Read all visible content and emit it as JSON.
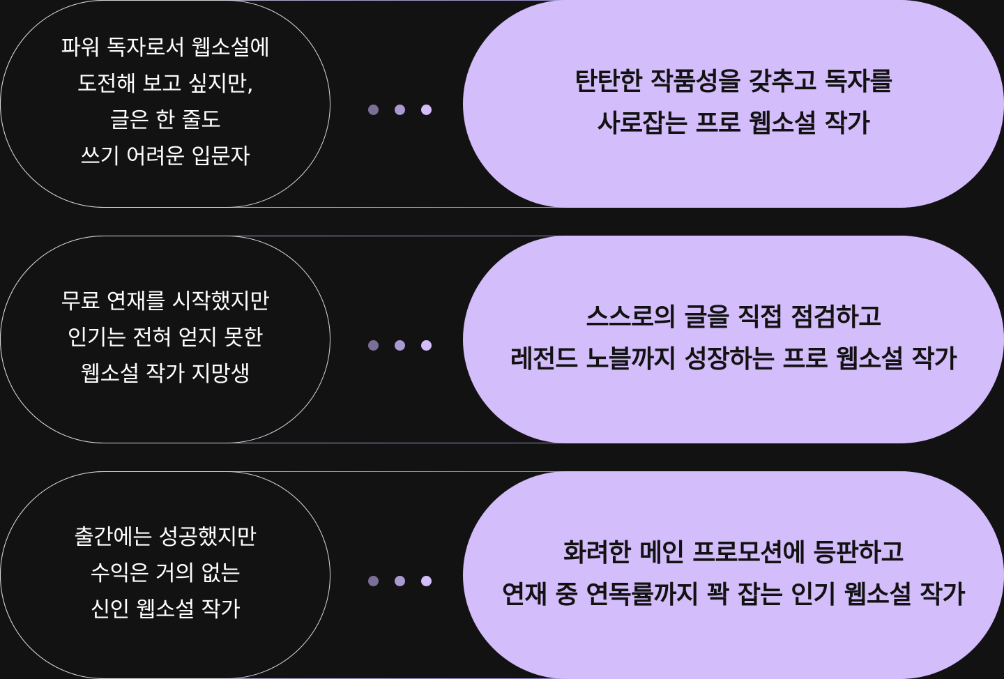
{
  "colors": {
    "background": "#131213",
    "accent": "#d3bdfa",
    "dot_dim": "#7b6f98",
    "dot_mid": "#ab9ad2",
    "dot_bright": "#d3bdfa"
  },
  "rows": [
    {
      "from": "파워 독자로서 웹소설에\n도전해 보고 싶지만,\n글은 한 줄도\n쓰기 어려운 입문자",
      "to": "탄탄한 작품성을 갖추고 독자를\n사로잡는 프로 웹소설 작가"
    },
    {
      "from": "무료 연재를 시작했지만\n인기는 전혀 얻지 못한\n웹소설 작가 지망생",
      "to": "스스로의 글을 직접 점검하고\n레전드 노블까지 성장하는 프로 웹소설 작가"
    },
    {
      "from": "출간에는 성공했지만\n수익은 거의 없는\n신인 웹소설 작가",
      "to": "화려한 메인 프로모션에 등판하고\n연재 중 연독률까지 꽉 잡는 인기 웹소설 작가"
    }
  ]
}
